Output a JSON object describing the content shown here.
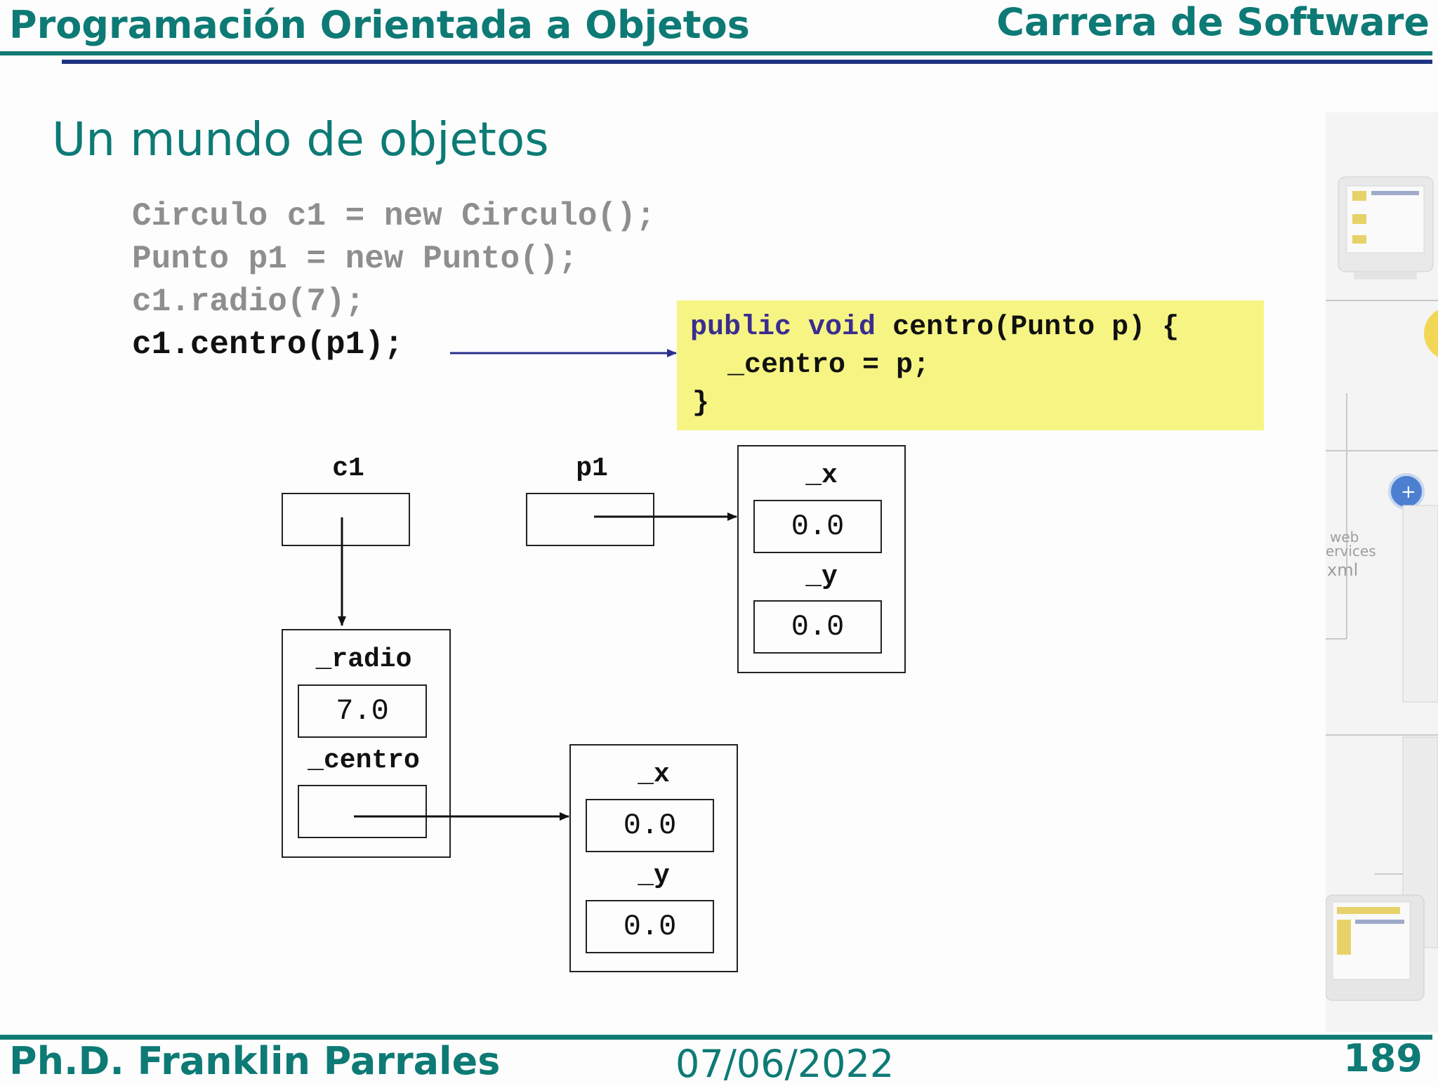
{
  "header": {
    "course": "Programación Orientada a Objetos",
    "program": "Carrera de Software"
  },
  "slide": {
    "title": "Un mundo de objetos"
  },
  "code_lines": [
    "Circulo c1 = new Circulo();",
    "Punto p1 = new Punto();",
    "c1.radio(7);",
    "c1.centro(p1);"
  ],
  "method_box": {
    "kw1": "public",
    "kw2": "void",
    "signature": "centro(Punto p) {",
    "body": "_centro = p;",
    "close": "}"
  },
  "diagram": {
    "var_c1": "c1",
    "var_p1": "p1",
    "circulo": {
      "field_radio": "_radio",
      "radio_value": "7.0",
      "field_centro": "_centro"
    },
    "punto_p1": {
      "field_x": "_x",
      "x_value": "0.0",
      "field_y": "_y",
      "y_value": "0.0"
    },
    "punto_centro": {
      "field_x": "_x",
      "x_value": "0.0",
      "field_y": "_y",
      "y_value": "0.0"
    }
  },
  "side_image": {
    "text_lines": [
      "web",
      "ervices",
      "xml"
    ]
  },
  "footer": {
    "author": "Ph.D. Franklin Parrales",
    "date": "07/06/2022",
    "page": "189"
  },
  "colors": {
    "teal": "#0d7a75",
    "navy": "#1f3483",
    "highlight": "#f6f584",
    "arrow": "#2b2d8e"
  }
}
